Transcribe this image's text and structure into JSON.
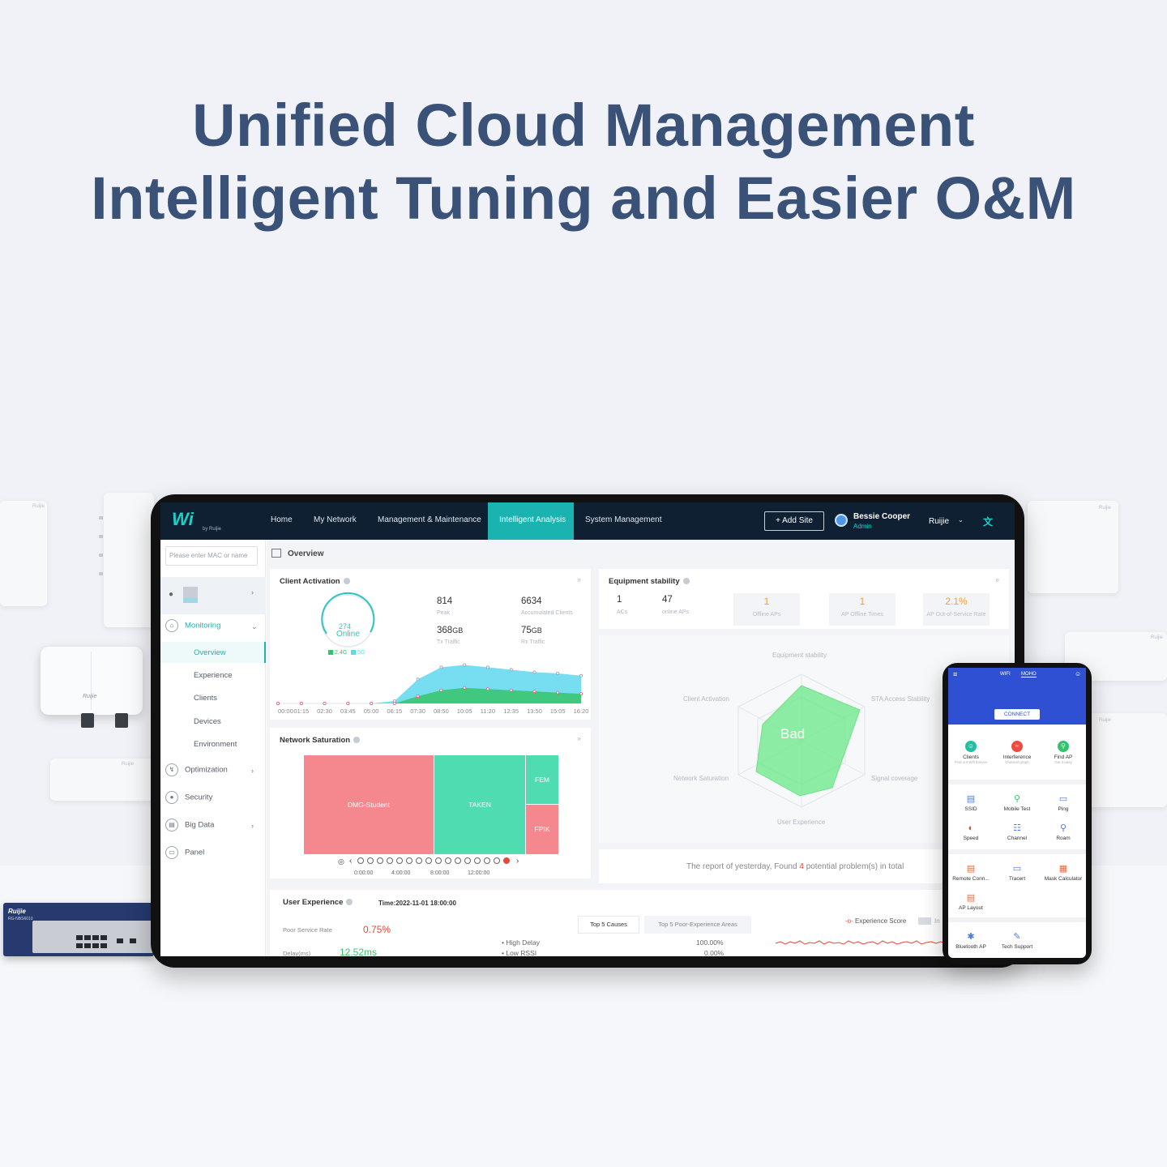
{
  "headline": {
    "line1": "Unified Cloud Management",
    "line2": "Intelligent Tuning and Easier O&M"
  },
  "hardware": {
    "outdoor_ap_brand": "Ruijie",
    "switch_brand": "Ruijie",
    "switch_model": "RG-NBS6010",
    "panel_brand": "Ruijie"
  },
  "topbar": {
    "logo": "Wi",
    "logo_sub": "by Ruijie",
    "nav": [
      "Home",
      "My Network",
      "Management & Maintenance",
      "Intelligent Analysis",
      "System Management"
    ],
    "active_nav": "Intelligent Analysis",
    "add_site": "+ Add Site",
    "user_name": "Bessie Cooper",
    "user_role": "Admin",
    "org": "Ruijie",
    "lang_icon": "translate-icon"
  },
  "sidebar": {
    "search_placeholder": "Please enter MAC or name",
    "monitoring": "Monitoring",
    "sub_items": [
      "Overview",
      "Experience",
      "Clients",
      "Devices",
      "Environment"
    ],
    "active_sub": "Overview",
    "optimization": "Optimization",
    "security": "Security",
    "big_data": "Big Data",
    "panel": "Panel"
  },
  "overview": {
    "title": "Overview",
    "client_activation": {
      "title": "Client Activation",
      "online_count": "274",
      "online_label": "Online",
      "legend": [
        "2.4G",
        "5G"
      ],
      "peak_value": "814",
      "peak_label": "Peak",
      "accum_value": "6634",
      "accum_label": "Accumulated Clients",
      "tx_value": "368",
      "tx_unit": "GB",
      "tx_label": "Tx Traffic",
      "rx_value": "75",
      "rx_unit": "GB",
      "rx_label": "Rx Traffic"
    },
    "equipment_stability": {
      "title": "Equipment stability",
      "acs_value": "1",
      "acs_label": "ACs",
      "aps_value": "47",
      "aps_label": "online APs",
      "offline_aps_value": "1",
      "offline_aps_label": "Offline APs",
      "ap_offline_times_value": "1",
      "ap_offline_times_label": "AP Offline Times",
      "out_of_service_value": "2.1%",
      "out_of_service_label": "AP Out-of-Service Rate"
    },
    "radar": {
      "labels": [
        "Equipment stability",
        "STA Access Stability",
        "Signal coverage",
        "User Experience",
        "Network Saturation",
        "Client Activation"
      ],
      "center_text": "Bad"
    },
    "network_saturation": {
      "title": "Network Saturation",
      "boxes": [
        "DMG-Student",
        "TAKEN",
        "FEM",
        "FPIK"
      ],
      "times": [
        "0:00:00",
        "4:00:00",
        "8:00:00",
        "12:00:00"
      ]
    },
    "report": {
      "prefix": "The report of yesterday, Found",
      "count": "4",
      "suffix": "potential problem(s) in total"
    },
    "user_experience": {
      "title": "User Experience",
      "time": "Time:2022-11-01 18:00:00",
      "poor_rate_label": "Poor Service Rate",
      "poor_rate_value": "0.75%",
      "delay_label": "Delay(ms)",
      "delay_value": "12.52ms",
      "tabs": [
        "Top 5 Causes",
        "Top 5 Poor-Experience Areas"
      ],
      "causes": [
        {
          "name": "High Delay",
          "value": "100.00%"
        },
        {
          "name": "Low RSSI",
          "value": "0.00%"
        }
      ],
      "legend": "Experience Score",
      "legend2": "In"
    }
  },
  "chart_data": {
    "type": "area",
    "x": [
      "00:00",
      "01:15",
      "02:30",
      "03:45",
      "05:00",
      "06:15",
      "07:30",
      "08:50",
      "10:05",
      "11:20",
      "12:35",
      "13:50",
      "15:05",
      "16:20"
    ],
    "series": [
      {
        "name": "2.4G",
        "values": [
          0,
          0,
          0,
          0,
          0,
          0,
          60,
          110,
          130,
          120,
          110,
          100,
          90,
          80
        ]
      },
      {
        "name": "5G",
        "values": [
          0,
          0,
          0,
          0,
          0,
          20,
          200,
          300,
          320,
          300,
          280,
          260,
          250,
          230
        ]
      }
    ],
    "colors": {
      "2.4G": "#36c46a",
      "5G": "#5fd7ef"
    }
  },
  "phone": {
    "tabs": [
      "WIFI",
      "MOHO"
    ],
    "connect": "CONNECT",
    "row1": [
      {
        "label": "Clients",
        "sub": "Find out Wifi thieves",
        "color": "#1fbfa0"
      },
      {
        "label": "Interference",
        "sub": "Channel graph",
        "color": "#f04b3f"
      },
      {
        "label": "Find AP",
        "sub": "Get it easy",
        "color": "#34c46b"
      }
    ],
    "row2": [
      "SSID",
      "Mobile Test",
      "Ping"
    ],
    "row3": [
      "Speed",
      "Channel",
      "Roam"
    ],
    "row4": [
      "Remote Conn...",
      "Tracert",
      "Mask Calculator"
    ],
    "row5": [
      "AP Layout"
    ],
    "row6": [
      "Bluetooth AP",
      "Tech Support"
    ]
  }
}
